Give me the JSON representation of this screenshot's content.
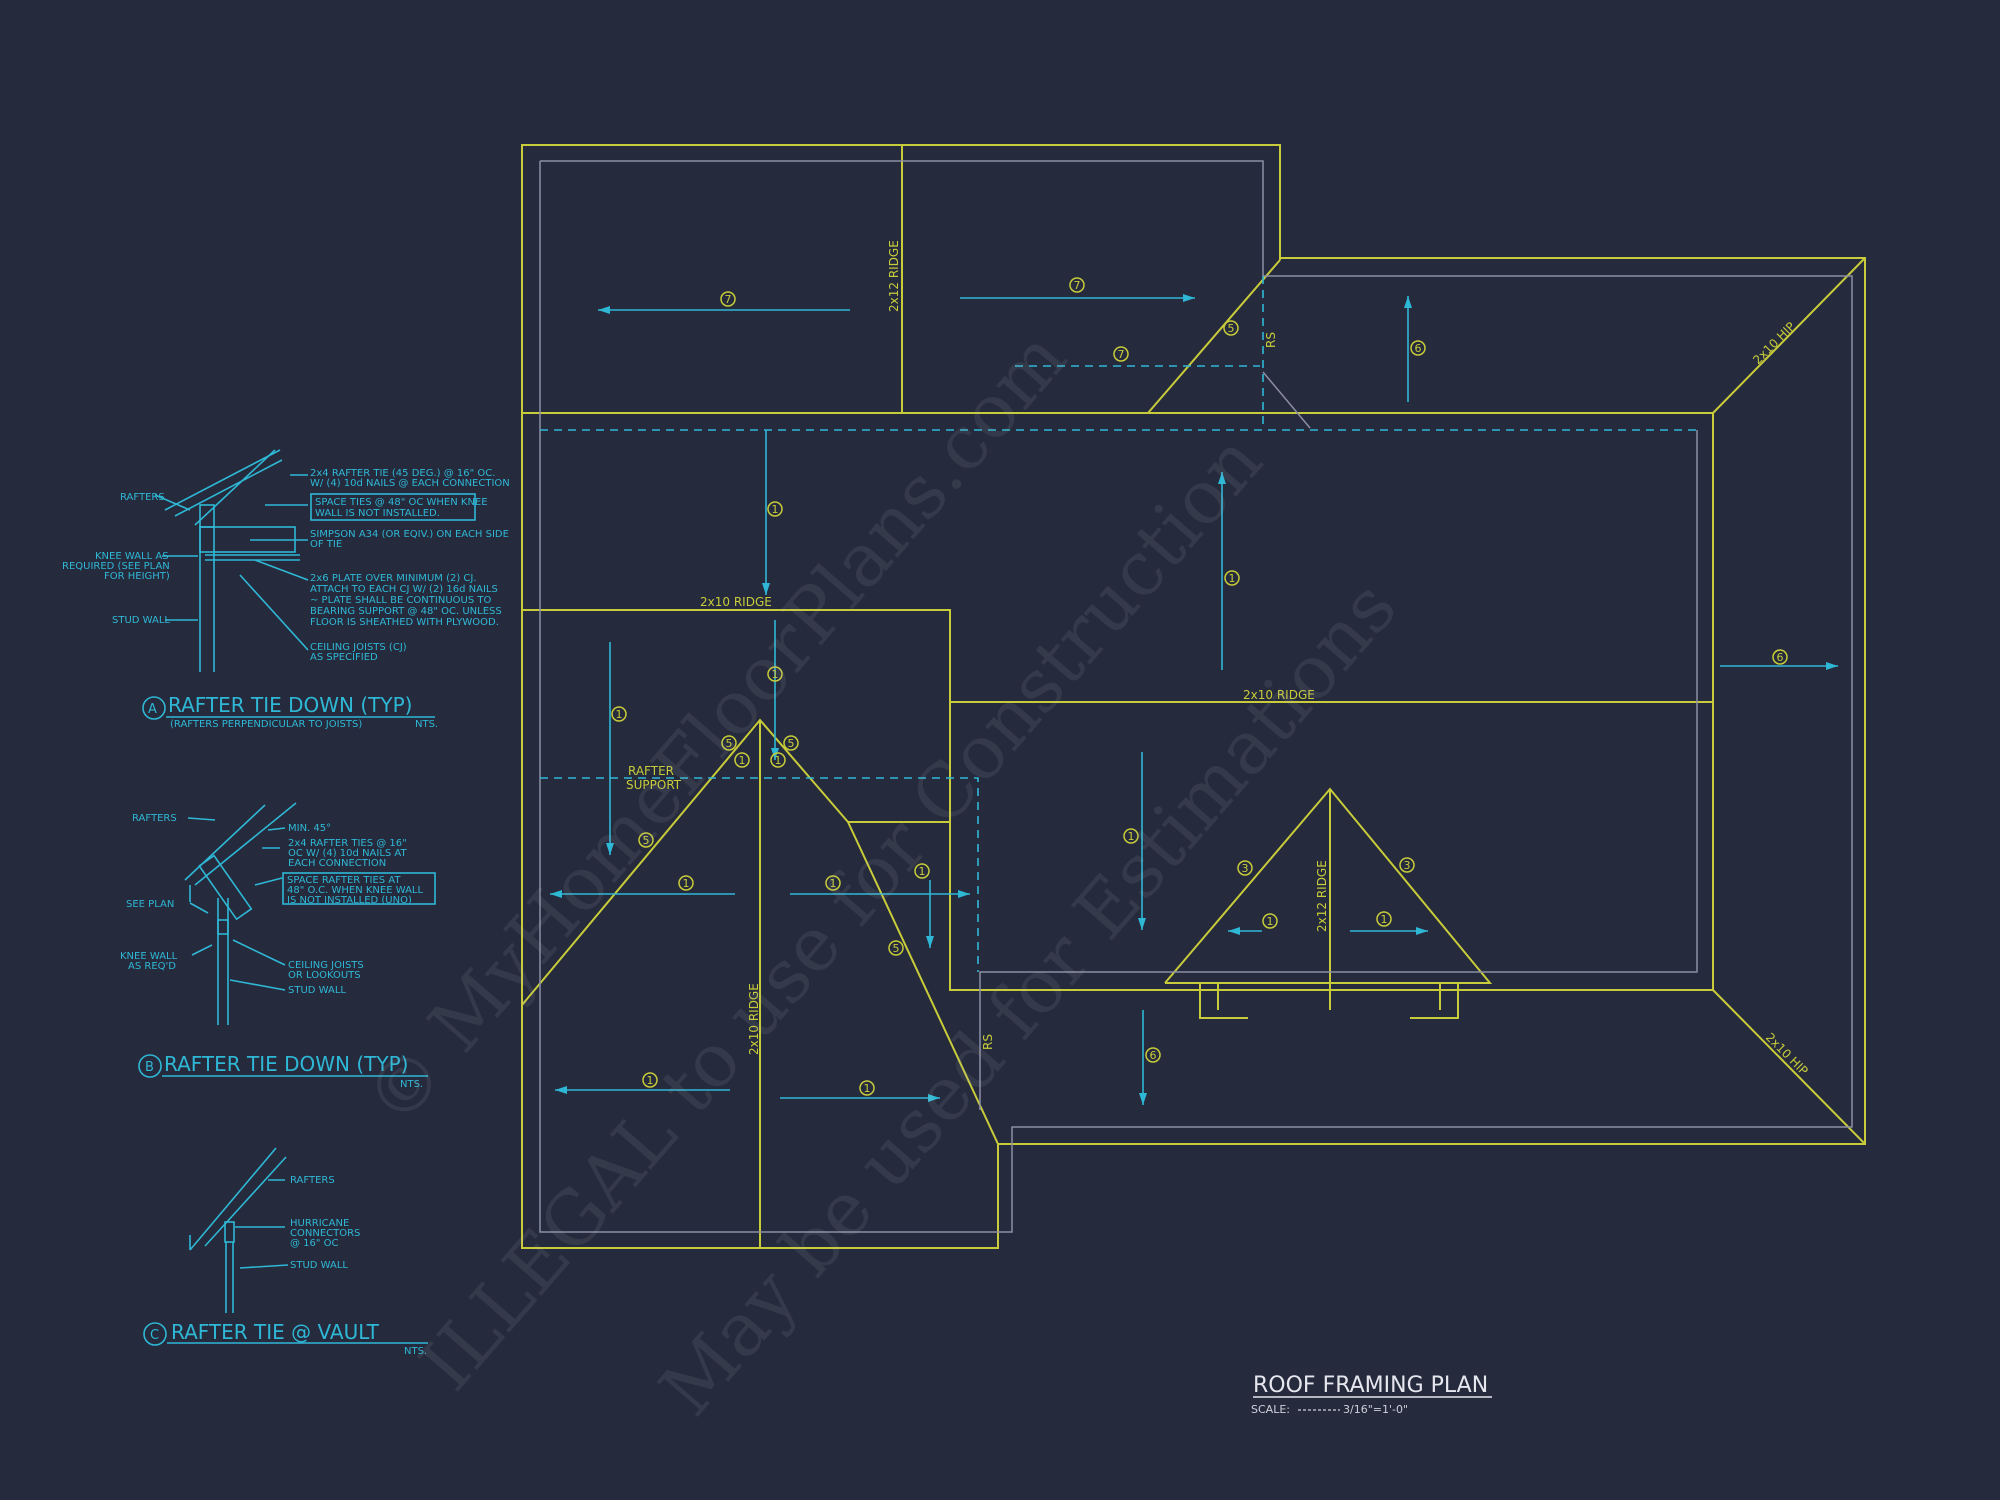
{
  "watermark": {
    "line1": "© MyHomeFloorPlans.com",
    "line2": "ILLEGAL to use for Construction",
    "line3": "May be used for Estimations"
  },
  "plan": {
    "title": "ROOF FRAMING PLAN",
    "scale_label": "SCALE:",
    "scale_value": "3/16\"=1'-0\"",
    "labels": {
      "ridge_2x12": "2x12 RIDGE",
      "ridge_2x10": "2x10 RIDGE",
      "hip_2x10": "2x10 HIP",
      "rs": "RS",
      "rafter_support_1": "RAFTER",
      "rafter_support_2": "SUPPORT"
    },
    "bubbles": {
      "b1": "1",
      "b3": "3",
      "b5": "5",
      "b6": "6",
      "b7": "7"
    }
  },
  "detail_a": {
    "tag": "A",
    "title": "RAFTER TIE DOWN (TYP)",
    "subtitle": "(RAFTERS PERPENDICULAR TO JOISTS)",
    "scale": "NTS.",
    "notes": {
      "rafters": "RAFTERS",
      "knee_1": "KNEE WALL AS",
      "knee_2": "REQUIRED (SEE PLAN",
      "knee_3": "FOR HEIGHT)",
      "stud_wall": "STUD WALL",
      "tie_1": "2x4 RAFTER TIE (45 DEG.) @ 16\" OC.",
      "tie_2": "W/ (4) 10d NAILS @ EACH CONNECTION",
      "space_1": "SPACE TIES @ 48\" OC WHEN KNEE",
      "space_2": "WALL IS NOT INSTALLED.",
      "simpson_1": "SIMPSON A34 (OR EQIV.) ON EACH SIDE",
      "simpson_2": "OF TIE",
      "plate_1": "2x6 PLATE OVER MINIMUM (2) CJ.",
      "plate_2": "ATTACH TO EACH CJ W/ (2) 16d NAILS",
      "plate_3": "~ PLATE SHALL BE CONTINUOUS TO",
      "plate_4": "BEARING SUPPORT @ 48\" OC. UNLESS",
      "plate_5": "FLOOR IS SHEATHED WITH PLYWOOD.",
      "cj_1": "CEILING JOISTS (CJ)",
      "cj_2": "AS SPECIFIED"
    }
  },
  "detail_b": {
    "tag": "B",
    "title": "RAFTER TIE DOWN (TYP)",
    "scale": "NTS.",
    "notes": {
      "rafters": "RAFTERS",
      "min": "MIN. 45°",
      "tie_1": "2x4 RAFTER TIES @ 16\"",
      "tie_2": "OC W/ (4) 10d NAILS AT",
      "tie_3": "EACH CONNECTION",
      "space_1": "SPACE RAFTER TIES AT",
      "space_2": "48\" O.C. WHEN KNEE WALL",
      "space_3": "IS NOT INSTALLED (UNO)",
      "see_plan": "SEE PLAN",
      "knee_1": "KNEE WALL",
      "knee_2": "AS REQ'D",
      "cj_1": "CEILING JOISTS",
      "cj_2": "OR LOOKOUTS",
      "stud_wall": "STUD WALL"
    }
  },
  "detail_c": {
    "tag": "C",
    "title": "RAFTER TIE @ VAULT",
    "scale": "NTS.",
    "notes": {
      "rafters": "RAFTERS",
      "hurr_1": "HURRICANE",
      "hurr_2": "CONNECTORS",
      "hurr_3": "@ 16\" OC",
      "stud_wall": "STUD WALL"
    }
  },
  "colors": {
    "background": "#252a3c",
    "wall": "#c8cc3a",
    "eave": "#8c8fa3",
    "annotation": "#2fb8d6"
  }
}
